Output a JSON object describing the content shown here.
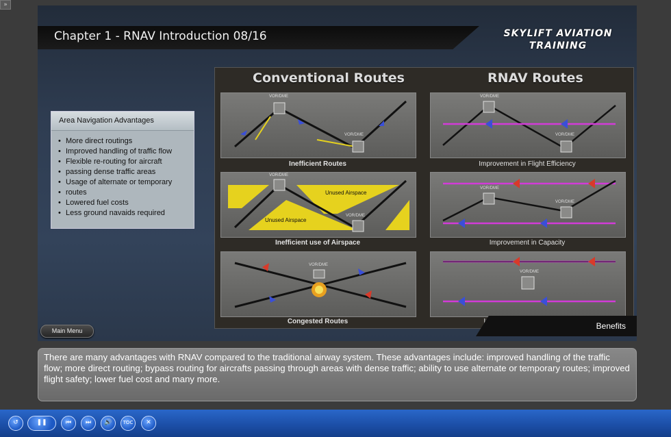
{
  "corner_label": "»",
  "header": {
    "title": "Chapter 1 - RNAV Introduction 08/16",
    "logo_line1": "SKYLIFT AVIATION",
    "logo_line2": "TRAINING"
  },
  "advantages": {
    "heading": "Area Navigation Advantages",
    "items": [
      "More direct routings",
      "Improved handling of traffic flow",
      "Flexible re-routing for aircraft",
      "passing dense traffic areas",
      "Usage of alternate or temporary",
      "routes",
      "Lowered fuel costs",
      "Less ground navaids required"
    ]
  },
  "diagram": {
    "left_heading": "Conventional Routes",
    "right_heading": "RNAV Routes",
    "vor_label": "VOR/DME",
    "unused_airspace": "Unused Airspace",
    "captions": [
      "Inefficient Routes",
      "Improvement in Flight Efficiency",
      "Inefficient use of Airspace",
      "Improvement in Capacity",
      "Congested Routes",
      "Improvement in Flight Safety"
    ]
  },
  "benefits_label": "Benefits",
  "main_menu_label": "Main Menu",
  "narration": "There are many advantages with RNAV compared to the traditional airway system. These advantages include: improved handling of the traffic flow; more direct routing; bypass routing for aircrafts passing through areas with dense traffic; ability to use alternate or temporary routes; improved flight safety; lower fuel cost and many more.",
  "controls": {
    "replay": "↺",
    "pause": "❚❚",
    "previous": "⏮",
    "next": "⏭",
    "volume": "🔊",
    "toc": "TOC",
    "close": "✕"
  },
  "colors": {
    "route_magenta": "#d23bd8",
    "airspace_yellow": "#e6d21e",
    "aircraft_blue": "#3a4fd8",
    "aircraft_red": "#d83a2a",
    "toolbar_blue": "#1c4fa8"
  }
}
